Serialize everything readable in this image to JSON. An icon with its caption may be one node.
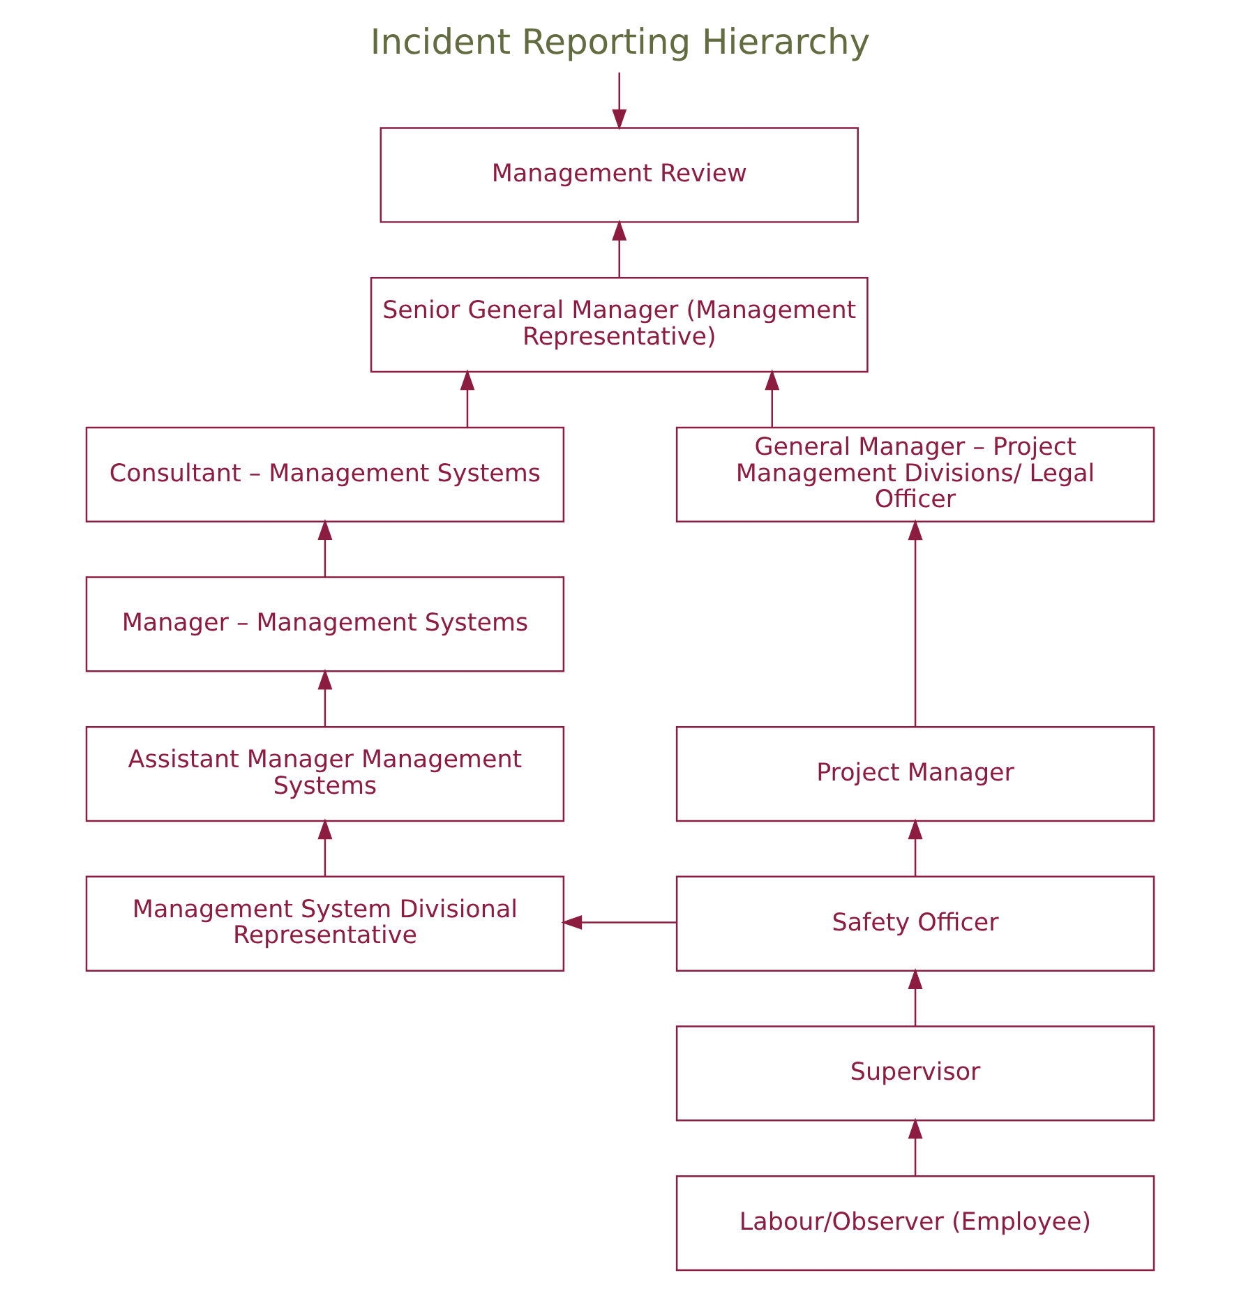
{
  "diagram": {
    "title": "Incident Reporting Hierarchy",
    "nodes": [
      {
        "text": [
          "Management Review"
        ]
      },
      {
        "text": [
          "Senior General Manager (Management Representative)"
        ]
      },
      {
        "text": [
          "Consultant – Management Systems"
        ]
      },
      {
        "text": [
          "General Manager – Project Management Divisions/ Legal Officer"
        ]
      },
      {
        "text": [
          "Manager – Management Systems"
        ]
      },
      {
        "text": [
          "Project Manager"
        ]
      },
      {
        "text": [
          "Assistant Manager Management Systems"
        ]
      },
      {
        "text": [
          "Management System Divisional Representative"
        ]
      },
      {
        "text": [
          "Safety Officer"
        ]
      },
      {
        "text": [
          "Supervisor"
        ]
      },
      {
        "text": [
          "Labour/Observer (Employee)"
        ]
      }
    ],
    "edges": [
      {
        "from": null,
        "to": 0,
        "arrow": "to"
      },
      {
        "from": 1,
        "to": 0,
        "arrow": "to"
      },
      {
        "from": 2,
        "to": 1,
        "arrow": "to"
      },
      {
        "from": 3,
        "to": 1,
        "arrow": "to"
      },
      {
        "from": 4,
        "to": 2,
        "arrow": "to"
      },
      {
        "from": 5,
        "to": 3,
        "arrow": "to"
      },
      {
        "from": 6,
        "to": 4,
        "arrow": "to"
      },
      {
        "from": 7,
        "to": 6,
        "arrow": "to"
      },
      {
        "from": 8,
        "to": 5,
        "arrow": "to"
      },
      {
        "from": 8,
        "to": 7,
        "arrow": "to"
      },
      {
        "from": 9,
        "to": 8,
        "arrow": "to"
      },
      {
        "from": 10,
        "to": 9,
        "arrow": "to"
      }
    ]
  }
}
